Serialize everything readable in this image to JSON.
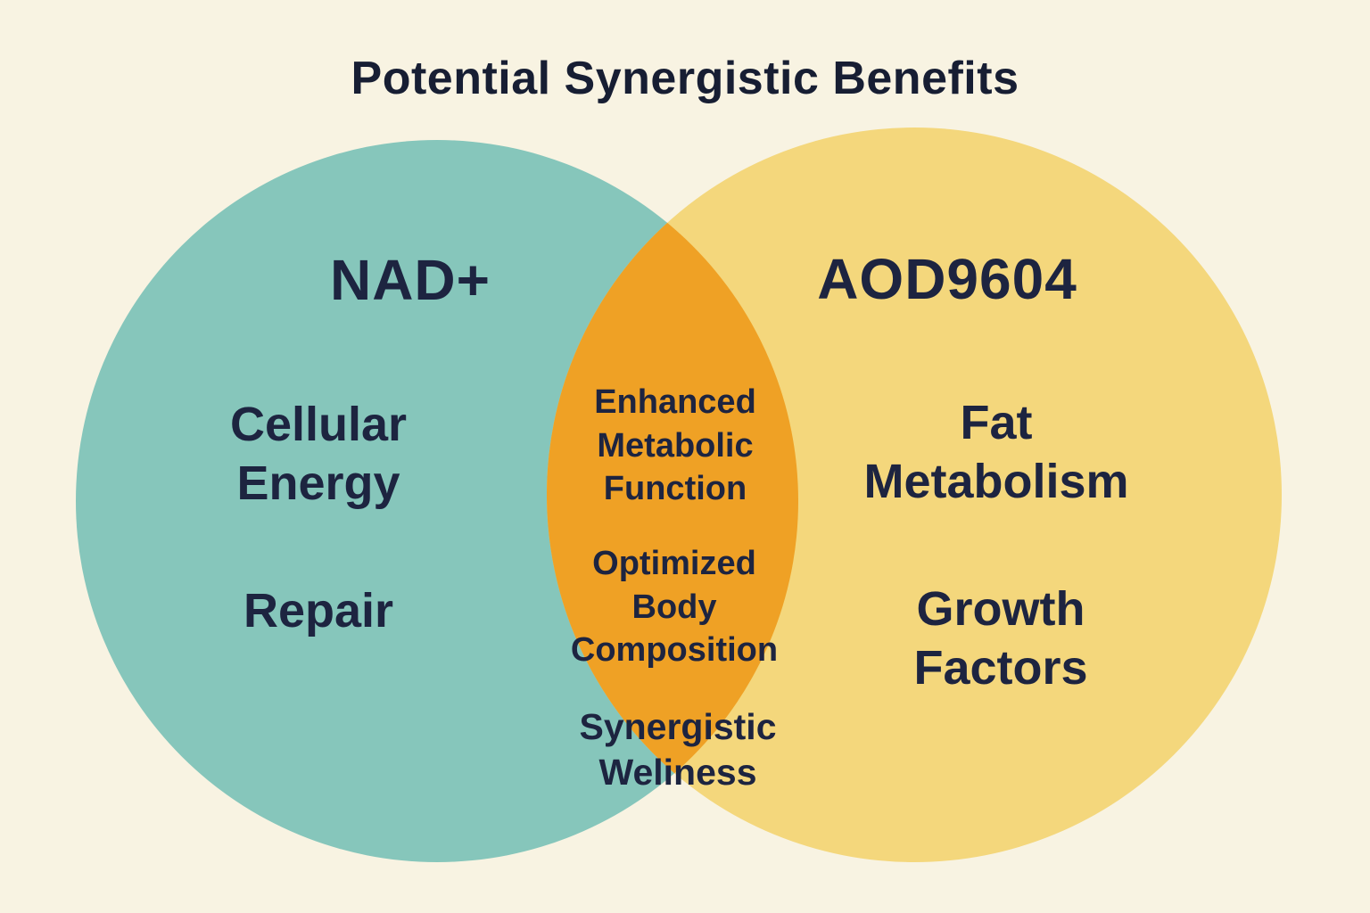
{
  "title": "Potential Synergistic Benefits",
  "colors": {
    "background": "#f8f3e2",
    "left_circle": "#86c6bb",
    "right_circle": "#f4d77c",
    "overlap": "#efa125",
    "text": "#1d2440"
  },
  "venn": {
    "left": {
      "label": "NAD+",
      "items": [
        "Cellular Energy",
        "Repair"
      ]
    },
    "right": {
      "label": "AOD9604",
      "items": [
        "Fat Metabolism",
        "Growth Factors"
      ]
    },
    "overlap": {
      "items": [
        "Enhanced Metabolic Function",
        "Optimized Body Composition",
        "Synergistic Weliness"
      ]
    }
  }
}
